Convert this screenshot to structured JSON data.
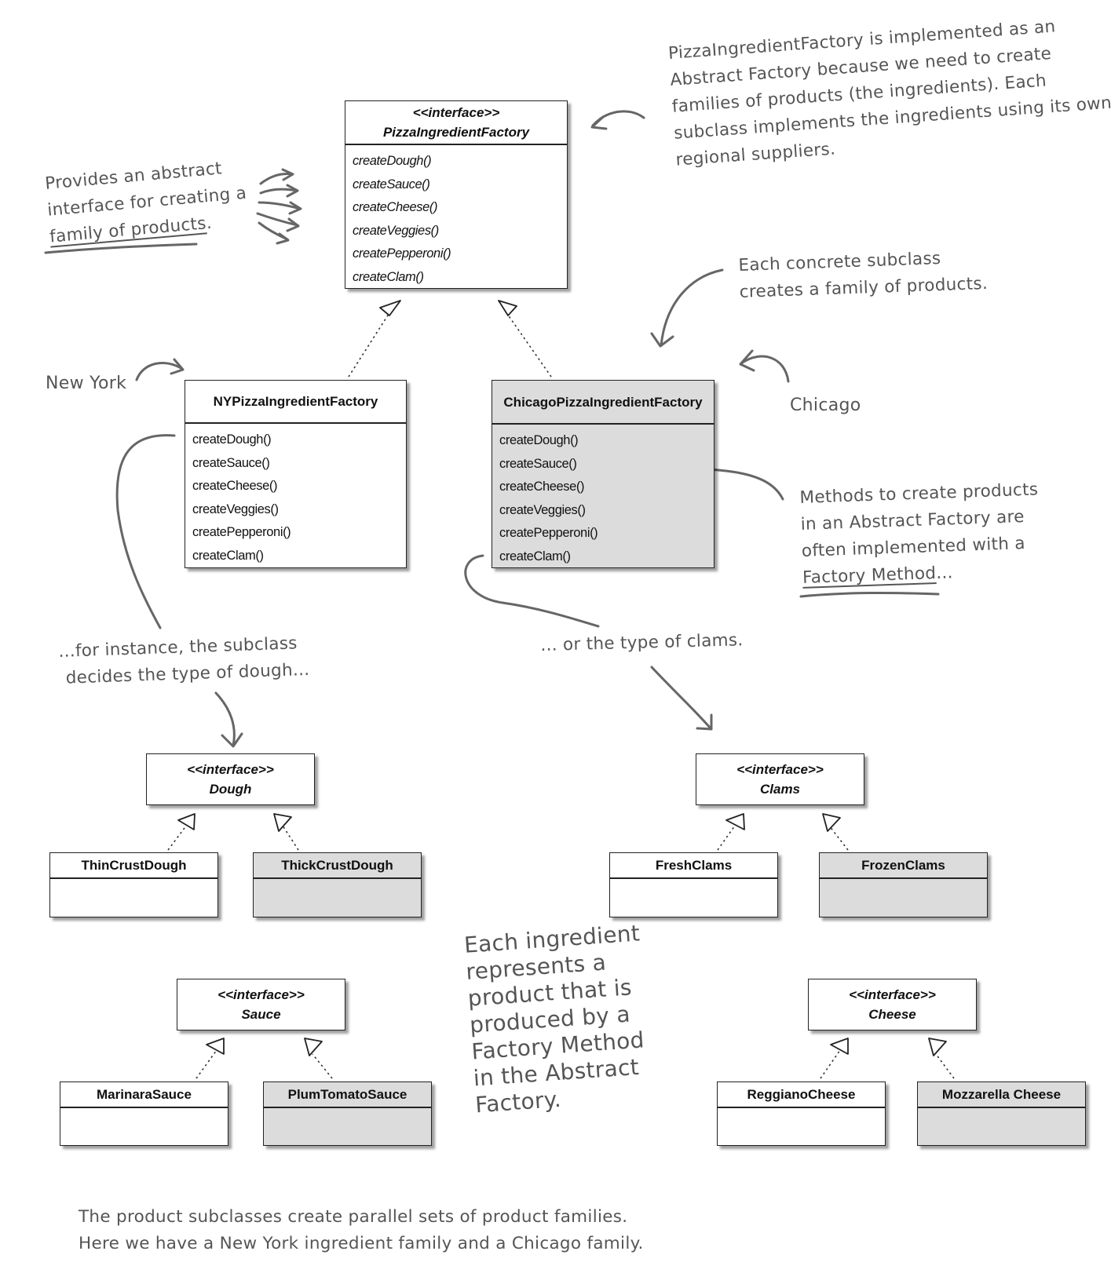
{
  "factories": {
    "abstract": {
      "stereotype": "<<interface>>",
      "name": "PizzaIngredientFactory",
      "methods": [
        "createDough()",
        "createSauce()",
        "createCheese()",
        "createVeggies()",
        "createPepperoni()",
        "createClam()"
      ]
    },
    "ny": {
      "name": "NYPizzaIngredientFactory",
      "methods": [
        "createDough()",
        "createSauce()",
        "createCheese()",
        "createVeggies()",
        "createPepperoni()",
        "createClam()"
      ]
    },
    "chicago": {
      "name": "ChicagoPizzaIngredientFactory",
      "methods": [
        "createDough()",
        "createSauce()",
        "createCheese()",
        "createVeggies()",
        "createPepperoni()",
        "createClam()"
      ]
    }
  },
  "products": {
    "dough": {
      "stereotype": "<<interface>>",
      "name": "Dough",
      "ny": "ThinCrustDough",
      "chicago": "ThickCrustDough"
    },
    "clams": {
      "stereotype": "<<interface>>",
      "name": "Clams",
      "ny": "FreshClams",
      "chicago": "FrozenClams"
    },
    "sauce": {
      "stereotype": "<<interface>>",
      "name": "Sauce",
      "ny": "MarinaraSauce",
      "chicago": "PlumTomatoSauce"
    },
    "cheese": {
      "stereotype": "<<interface>>",
      "name": "Cheese",
      "ny": "ReggianoCheese",
      "chicago": "Mozzarella Cheese"
    }
  },
  "notes": {
    "abstract_factory": [
      "PizzaIngredientFactory is implemented as an",
      "Abstract Factory because we need to create",
      "families of products (the ingredients).  Each",
      "subclass implements the ingredients using its own",
      "regional suppliers."
    ],
    "provides": {
      "line1": "Provides an abstract",
      "line2": "interface for creating a",
      "line3_underlined": "family of products",
      "line3_end": "."
    },
    "concrete": [
      "Each concrete subclass",
      "creates a family of products."
    ],
    "new_york": "New York",
    "chicago": "Chicago",
    "methods": {
      "line1": "Methods to create products",
      "line2": "in an Abstract Factory are",
      "line3": "often implemented with a",
      "line4_underlined": "Factory Method",
      "line4_end": "..."
    },
    "dough_type": [
      "...for instance, the subclass",
      "decides the type of dough..."
    ],
    "clam_type": "... or the type of clams.",
    "ingredient": [
      "Each ingredient",
      "represents a",
      "product that is",
      "produced by a",
      "Factory Method",
      "in the Abstract",
      "Factory."
    ],
    "bottom": [
      "The product subclasses create parallel sets of product families.",
      "Here we have a New York ingredient family and a Chicago family."
    ]
  }
}
